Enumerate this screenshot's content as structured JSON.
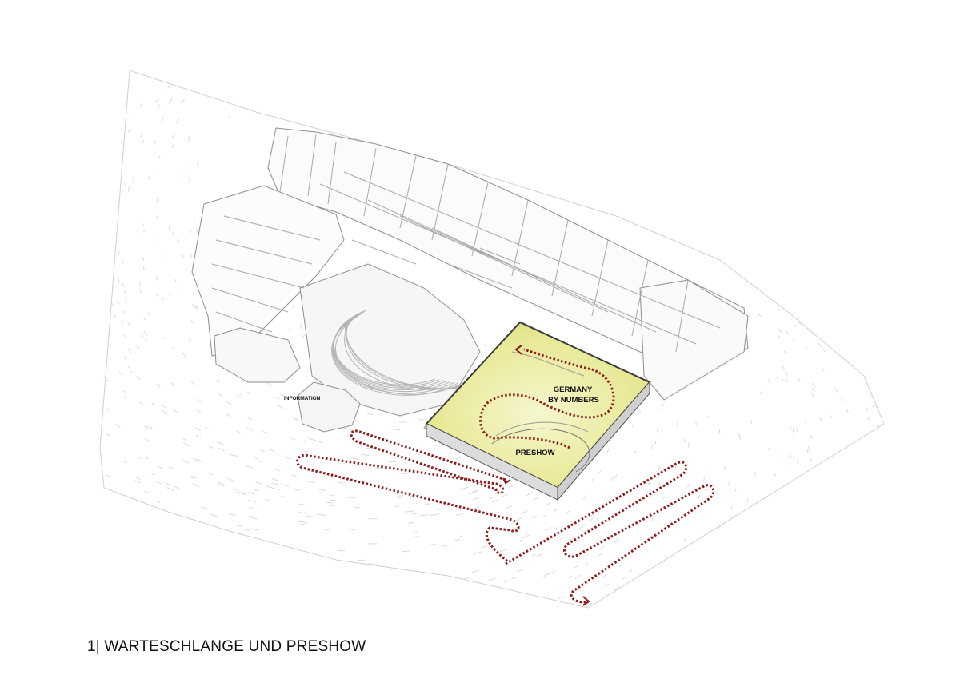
{
  "labels": {
    "information": "INFORMATION",
    "germany_line1": "GERMANY",
    "germany_line2": "BY NUMBERS",
    "preshow": "PRESHOW"
  },
  "caption": "1| WARTESCHLANGE UND PRESHOW",
  "colors": {
    "queue_path": "#8b1a1a",
    "preshow_fill": "#e9ea9a",
    "linework": "#9a9a9a",
    "text": "#111111"
  }
}
